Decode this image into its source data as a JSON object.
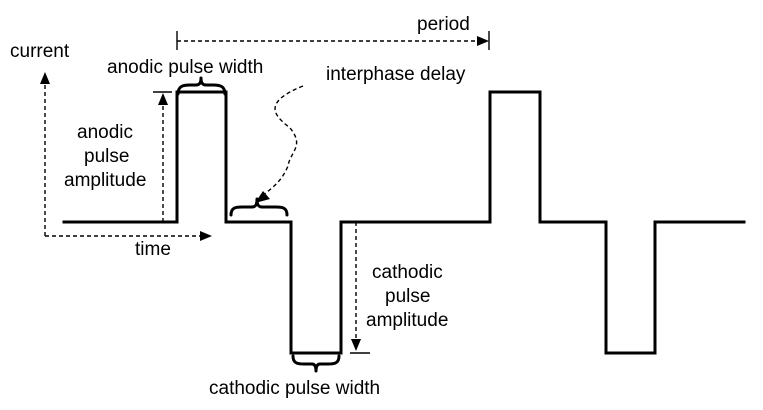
{
  "labels": {
    "current": "current",
    "time": "time",
    "period": "period",
    "anodic_pulse_width": "anodic pulse width",
    "interphase_delay": "interphase delay",
    "anodic_amplitude": [
      "anodic",
      "pulse",
      "amplitude"
    ],
    "cathodic_amplitude": [
      "cathodic",
      "pulse",
      "amplitude"
    ],
    "cathodic_pulse_width": "cathodic pulse width"
  },
  "colors": {
    "ink": "#000000",
    "background": "#ffffff"
  }
}
